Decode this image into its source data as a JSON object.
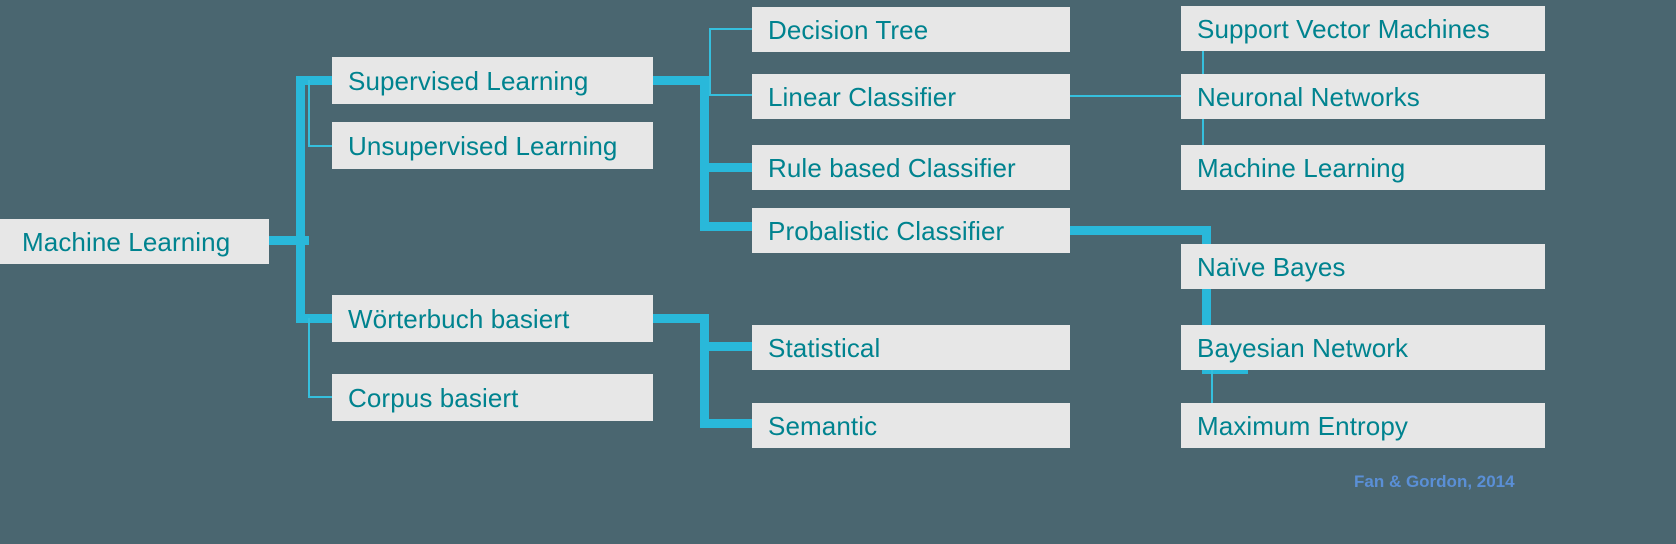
{
  "diagram": {
    "title": "Machine Learning taxonomy tree",
    "background_color": "#4a6670",
    "node_fill": "#e7e7e7",
    "node_text_color": "#00838f",
    "connector_color": "#29b8da",
    "attribution_color": "#5a8fd6",
    "attribution": "Fan & Gordon, 2014",
    "nodes": {
      "root": "Machine Learning",
      "l1": [
        "Supervised Learning",
        "Unsupervised Learning",
        "Wörterbuch basiert",
        "Corpus basiert"
      ],
      "l2": [
        "Decision Tree",
        "Linear Classifier",
        "Rule based Classifier",
        "Probalistic Classifier",
        "Statistical",
        "Semantic"
      ],
      "l3": [
        "Support Vector Machines",
        "Neuronal Networks",
        "Machine Learning",
        "Naïve Bayes",
        "Bayesian Network",
        "Maximum Entropy"
      ]
    },
    "edges": [
      {
        "from": "Machine Learning",
        "to": "Supervised Learning",
        "weight": "thick"
      },
      {
        "from": "Machine Learning",
        "to": "Unsupervised Learning",
        "weight": "thin"
      },
      {
        "from": "Machine Learning",
        "to": "Wörterbuch basiert",
        "weight": "thick"
      },
      {
        "from": "Machine Learning",
        "to": "Corpus basiert",
        "weight": "thin"
      },
      {
        "from": "Supervised Learning",
        "to": "Decision Tree",
        "weight": "thin"
      },
      {
        "from": "Supervised Learning",
        "to": "Linear Classifier",
        "weight": "thin"
      },
      {
        "from": "Supervised Learning",
        "to": "Rule based Classifier",
        "weight": "thick"
      },
      {
        "from": "Supervised Learning",
        "to": "Probalistic Classifier",
        "weight": "thick"
      },
      {
        "from": "Wörterbuch basiert",
        "to": "Statistical",
        "weight": "thick"
      },
      {
        "from": "Wörterbuch basiert",
        "to": "Semantic",
        "weight": "thick"
      },
      {
        "from": "Linear Classifier",
        "to": "Support Vector Machines",
        "weight": "thin"
      },
      {
        "from": "Linear Classifier",
        "to": "Neuronal Networks",
        "weight": "thin"
      },
      {
        "from": "Linear Classifier",
        "to": "Machine Learning",
        "weight": "thin"
      },
      {
        "from": "Probalistic Classifier",
        "to": "Naïve Bayes",
        "weight": "thick"
      },
      {
        "from": "Probalistic Classifier",
        "to": "Bayesian Network",
        "weight": "thick"
      },
      {
        "from": "Probalistic Classifier",
        "to": "Maximum Entropy",
        "weight": "thin"
      }
    ]
  }
}
